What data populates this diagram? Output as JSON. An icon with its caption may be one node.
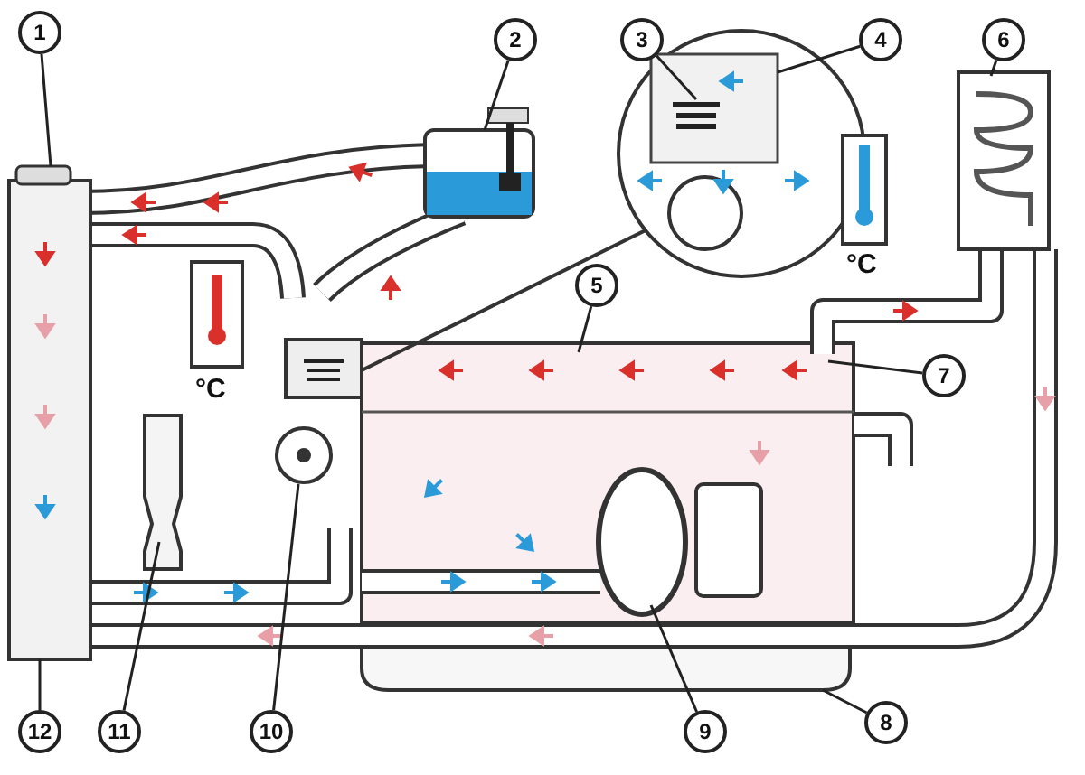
{
  "diagram": {
    "nodes": [
      {
        "text": [
          "1"
        ]
      },
      {
        "text": [
          "2"
        ]
      },
      {
        "text": [
          "3"
        ]
      },
      {
        "text": [
          "4"
        ]
      },
      {
        "text": [
          "6"
        ]
      },
      {
        "text": [
          "5"
        ]
      },
      {
        "text": [
          "7"
        ]
      },
      {
        "text": [
          "12"
        ]
      },
      {
        "text": [
          "11"
        ]
      },
      {
        "text": [
          "10"
        ]
      },
      {
        "text": [
          "9"
        ]
      },
      {
        "text": [
          "8"
        ]
      }
    ],
    "edges": [
      {
        "from": 0,
        "to": null,
        "arrow": "none"
      },
      {
        "from": 1,
        "to": null,
        "arrow": "none"
      },
      {
        "from": 2,
        "to": null,
        "arrow": "none"
      },
      {
        "from": 3,
        "to": null,
        "arrow": "none"
      },
      {
        "from": 4,
        "to": null,
        "arrow": "none"
      },
      {
        "from": 5,
        "to": null,
        "arrow": "none"
      },
      {
        "from": 6,
        "to": null,
        "arrow": "none"
      },
      {
        "from": 7,
        "to": null,
        "arrow": "none"
      },
      {
        "from": 8,
        "to": null,
        "arrow": "none"
      },
      {
        "from": 9,
        "to": null,
        "arrow": "none"
      },
      {
        "from": 10,
        "to": null,
        "arrow": "none"
      },
      {
        "from": 11,
        "to": null,
        "arrow": "none"
      }
    ],
    "labels": [
      "°C",
      "°C"
    ]
  }
}
